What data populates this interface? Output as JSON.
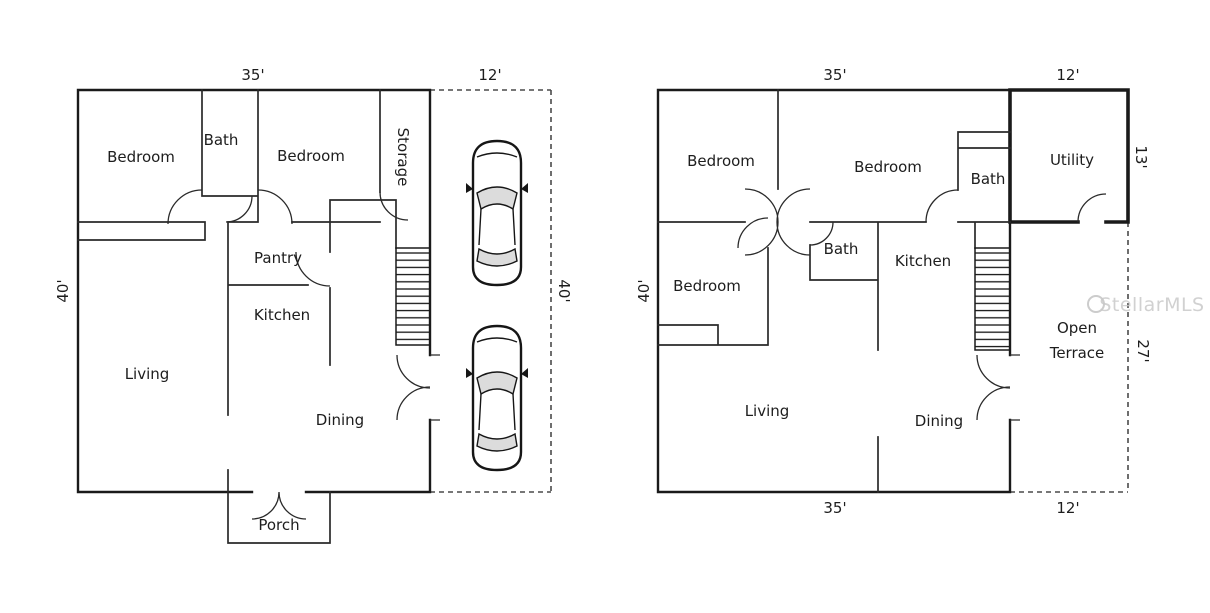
{
  "watermark": {
    "text": "StellarMLS",
    "color": "#c9c9c9"
  },
  "colors": {
    "background": "#ffffff",
    "exterior_wall": "#1a1a1a",
    "interior_wall": "#2a2a2a",
    "dashed_outline": "#4a4a4a",
    "label_text": "#1d1d1d"
  },
  "floor1": {
    "dimensions": {
      "top_main": "35'",
      "top_garage": "12'",
      "left_side": "40'",
      "right_side": "40'"
    },
    "rooms": {
      "bedroom_left": "Bedroom",
      "bath": "Bath",
      "bedroom_right": "Bedroom",
      "storage": "Storage",
      "pantry": "Pantry",
      "kitchen": "Kitchen",
      "living": "Living",
      "dining": "Dining",
      "porch": "Porch"
    }
  },
  "floor2": {
    "dimensions": {
      "top_main": "35'",
      "top_utility": "12'",
      "left_side": "40'",
      "right_utility": "13'",
      "right_terrace": "27'",
      "bottom_main": "35'",
      "bottom_terrace": "12'"
    },
    "rooms": {
      "bedroom_top_left": "Bedroom",
      "bedroom_top_middle": "Bedroom",
      "bath_top": "Bath",
      "utility": "Utility",
      "bath_middle": "Bath",
      "kitchen": "Kitchen",
      "bedroom_middle_left": "Bedroom",
      "living": "Living",
      "dining": "Dining",
      "terrace_line1": "Open",
      "terrace_line2": "Terrace"
    }
  }
}
